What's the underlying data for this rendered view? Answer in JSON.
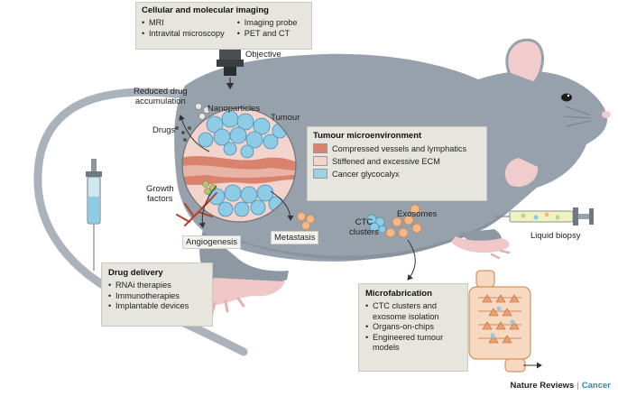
{
  "imaging": {
    "title": "Cellular and molecular imaging",
    "col1": [
      "MRI",
      "Intravital microscopy"
    ],
    "col2": [
      "Imaging probe",
      "PET and CT"
    ]
  },
  "labels": {
    "objective": "Objective",
    "reduced_drug": "Reduced drug\naccumulation",
    "nanoparticles": "Nanoparticles",
    "tumour": "Tumour",
    "drugs": "Drugs",
    "growth_factors": "Growth\nfactors",
    "angiogenesis": "Angiogenesis",
    "metastasis": "Metastasis",
    "ctc_clusters": "CTC\nclusters",
    "exosomes": "Exosomes",
    "liquid_biopsy": "Liquid biopsy"
  },
  "tme": {
    "title": "Tumour microenvironment",
    "items": [
      {
        "label": "Compressed vessels and lymphatics",
        "color": "#d9826e"
      },
      {
        "label": "Stiffened and excessive ECM",
        "color": "#f3d4cc"
      },
      {
        "label": "Cancer glycocalyx",
        "color": "#9fd1e6"
      }
    ]
  },
  "drug_delivery": {
    "title": "Drug delivery",
    "items": [
      "RNAi therapies",
      "Immunotherapies",
      "Implantable devices"
    ]
  },
  "microfabrication": {
    "title": "Microfabrication",
    "items": [
      "CTC clusters and\nexosome isolation",
      "Organs-on-chips",
      "Engineered tumour\nmodels"
    ]
  },
  "footer": {
    "journal": "Nature Reviews",
    "section": "Cancer"
  },
  "colors": {
    "mouse_body": "#96a1ab",
    "mouse_dark": "#7f8a94",
    "ear_pink": "#f1cccc",
    "tail": "#aab3bb",
    "cell_blue": "#8ecbe6",
    "vessel": "#d9826e",
    "orange_dot": "#f5b886",
    "box_bg": "#e6e6df"
  }
}
